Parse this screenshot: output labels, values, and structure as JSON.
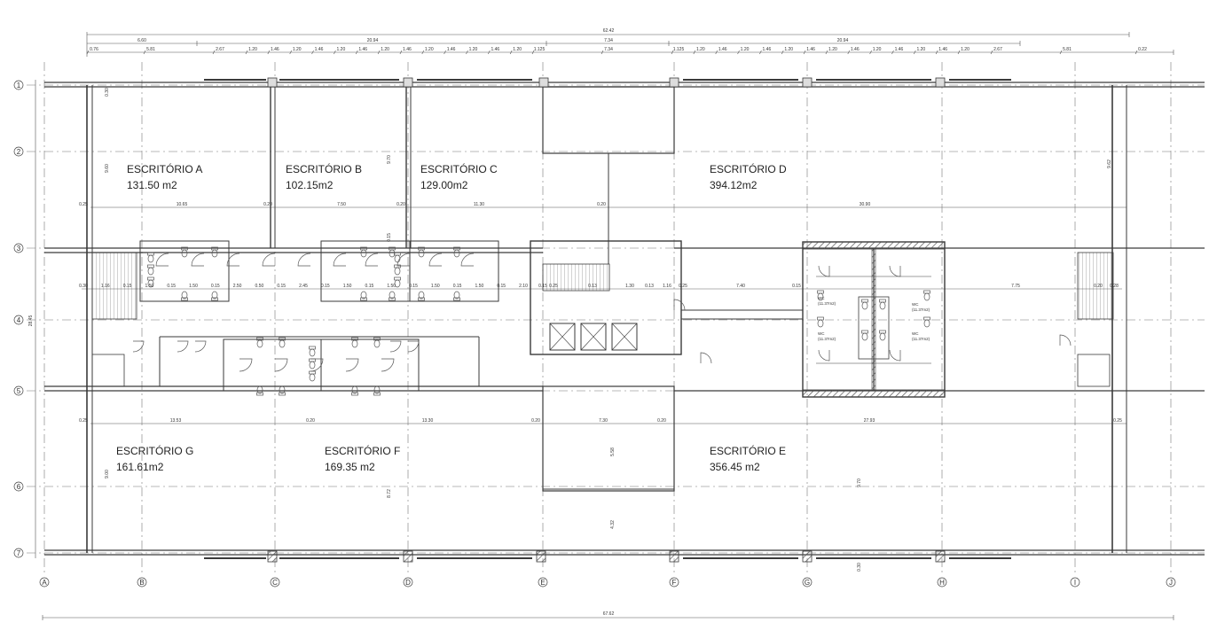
{
  "rooms": [
    {
      "id": "a",
      "name": "ESCRITÓRIO A",
      "area": "131.50 m2"
    },
    {
      "id": "b",
      "name": "ESCRITÓRIO B",
      "area": "102.15m2"
    },
    {
      "id": "c",
      "name": "ESCRITÓRIO C",
      "area": "129.00m2"
    },
    {
      "id": "d",
      "name": "ESCRITÓRIO D",
      "area": "394.12m2"
    },
    {
      "id": "e",
      "name": "ESCRITÓRIO E",
      "area": "356.45 m2"
    },
    {
      "id": "f",
      "name": "ESCRITÓRIO F",
      "area": "169.35 m2"
    },
    {
      "id": "g",
      "name": "ESCRITÓRIO G",
      "area": "161.61m2"
    }
  ],
  "grid_columns": [
    "A",
    "B",
    "C",
    "D",
    "E",
    "F",
    "G",
    "H",
    "I",
    "J"
  ],
  "grid_rows": [
    "1",
    "2",
    "3",
    "4",
    "5",
    "6",
    "7"
  ],
  "dimensions": {
    "overall_top": "62.42",
    "overall_bottom": "67.62",
    "tier2": [
      "6.60",
      "20.94",
      "7.34",
      "20.94"
    ],
    "tier3": [
      "0.76",
      "5.81",
      "2.67",
      "1.20",
      "1.46",
      "1.20",
      "1.46",
      "1.20",
      "1.46",
      "1.20",
      "1.46",
      "1.20",
      "1.46",
      "1.20",
      "1.46",
      "1.20",
      "1.125",
      "7.34",
      "1.125",
      "1.20",
      "1.46",
      "1.20",
      "1.46",
      "1.20",
      "1.46",
      "1.20",
      "1.46",
      "1.20",
      "1.46",
      "1.20",
      "1.46",
      "1.20",
      "2.67",
      "5.81",
      "0.22"
    ],
    "upper_band": [
      "0.25",
      "10.65",
      "0.20",
      "7.50",
      "0.20",
      "11.30",
      "0.20",
      "30.90"
    ],
    "lower_band": [
      "0.25",
      "13.53",
      "0.20",
      "13.30",
      "0.20",
      "7.30",
      "0.20",
      "27.93",
      "0.25"
    ],
    "vertical_left": "28.45",
    "vertical_misc": [
      "0.30",
      "9.60",
      "9.70",
      "9.62",
      "0.15",
      "9.00",
      "9.70",
      "8.72",
      "4.32",
      "5.58",
      "0.30"
    ],
    "corridor": [
      "0.30",
      "1.16",
      "0.15",
      "1.50",
      "0.15",
      "1.50",
      "0.15",
      "2.50",
      "0.50",
      "0.15",
      "2.45",
      "0.15",
      "1.50",
      "0.15",
      "1.50",
      "0.15",
      "1.50",
      "0.15",
      "1.50",
      "0.15",
      "2.10",
      "0.15",
      "0.25",
      "0.13",
      "1.30",
      "0.13",
      "1.16",
      "0.25",
      "7.40",
      "0.15",
      "7.75",
      "0.20",
      "0.28"
    ]
  },
  "wc_labels": [
    {
      "name": "WC",
      "area": "(11.37m2)"
    },
    {
      "name": "WC",
      "area": "(11.37m2)"
    },
    {
      "name": "WC",
      "area": "(11.37m2)"
    },
    {
      "name": "WC",
      "area": "(11.37m2)"
    }
  ],
  "colors": {
    "line": "#3a3a3a",
    "light_line": "#8a8a8a",
    "hatch": "#555555",
    "background": "#ffffff"
  }
}
